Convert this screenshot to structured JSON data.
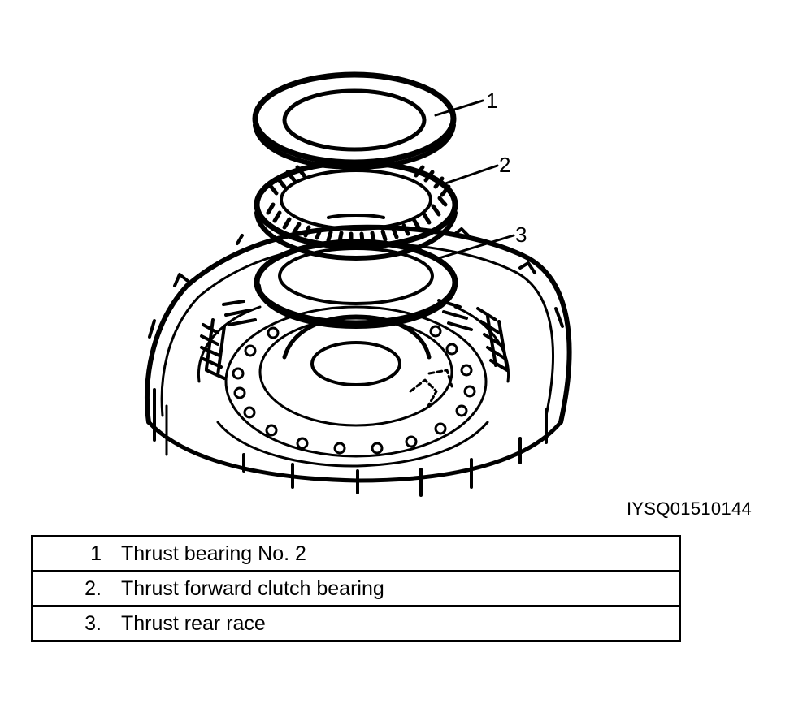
{
  "figure": {
    "callouts": [
      {
        "label": "1"
      },
      {
        "label": "2"
      },
      {
        "label": "3"
      }
    ],
    "code": "IYSQ01510144"
  },
  "legend": [
    {
      "num": "1",
      "text": "Thrust bearing No. 2"
    },
    {
      "num": "2.",
      "text": "Thrust forward clutch bearing"
    },
    {
      "num": "3.",
      "text": "Thrust rear race"
    }
  ]
}
